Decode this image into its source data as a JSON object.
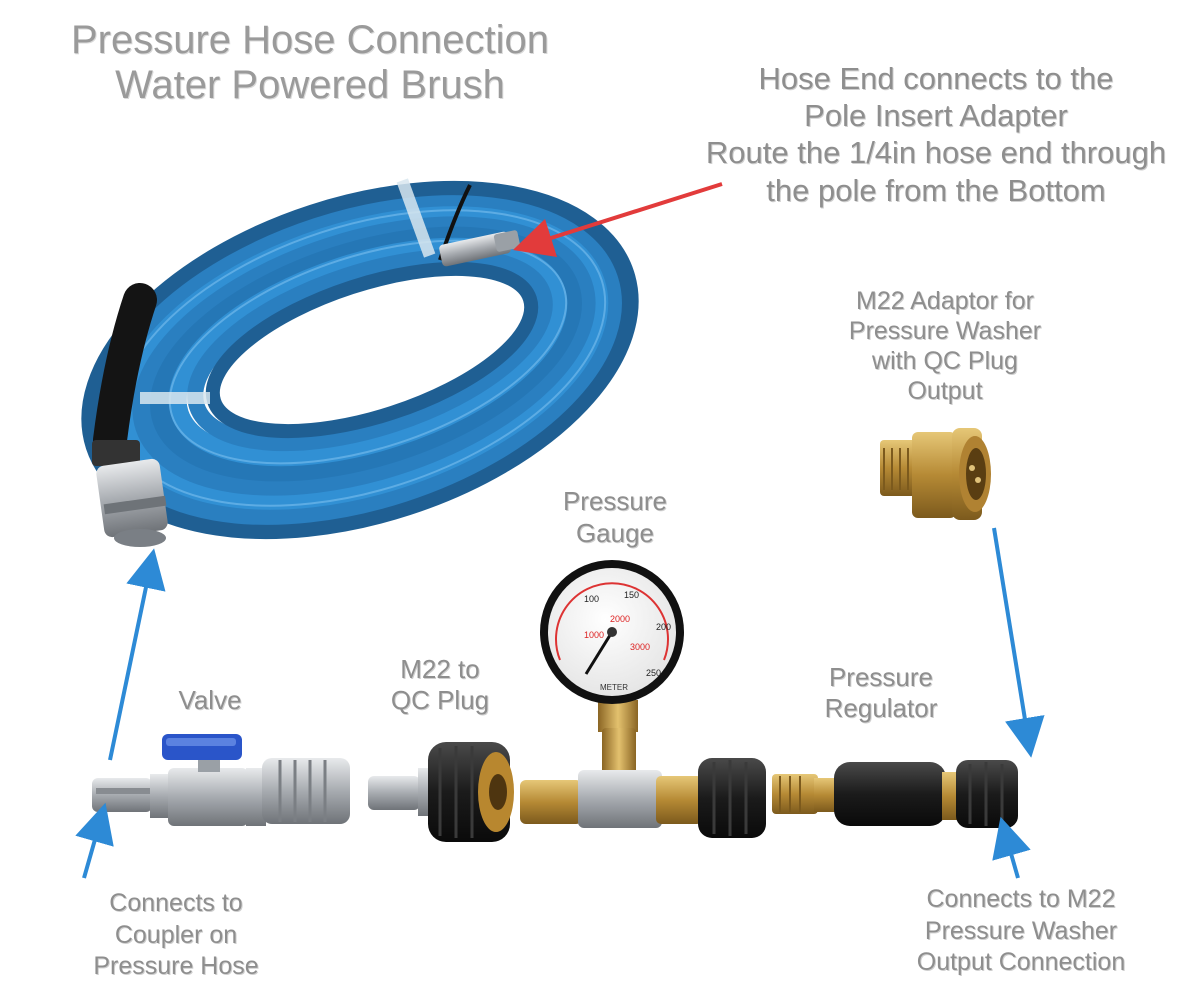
{
  "title": [
    "Pressure Hose Connection",
    "Water Powered Brush"
  ],
  "callouts": {
    "hose_end": [
      "Hose End connects to the",
      "Pole Insert Adapter",
      "Route the 1/4in hose end through",
      "the pole from the Bottom"
    ],
    "m22_adaptor": [
      "M22 Adaptor for",
      "Pressure Washer",
      "with QC Plug",
      "Output"
    ],
    "pressure_gauge": [
      "Pressure",
      "Gauge"
    ],
    "valve": [
      "Valve"
    ],
    "m22_to_qc": [
      "M22 to",
      "QC Plug"
    ],
    "pressure_regulator": [
      "Pressure",
      "Regulator"
    ],
    "connects_coupler": [
      "Connects to",
      "Coupler on",
      "Pressure Hose"
    ],
    "connects_m22": [
      "Connects to M22",
      "Pressure Washer",
      "Output Connection"
    ]
  },
  "gauge_scale": {
    "outer": [
      "100",
      "150",
      "200",
      "250"
    ],
    "inner": [
      "1000",
      "2000",
      "3000"
    ],
    "brand": "METER"
  },
  "colors": {
    "hose_blue": "#2a7fc0",
    "arrow_red": "#e23b3b",
    "arrow_blue": "#2d8ad6",
    "label_gray": "#8e8e8e",
    "brass": "#c9a24e",
    "steel": "#b9bcc0",
    "rubber": "#1d1d1d",
    "valve_handle": "#2a55c9"
  }
}
